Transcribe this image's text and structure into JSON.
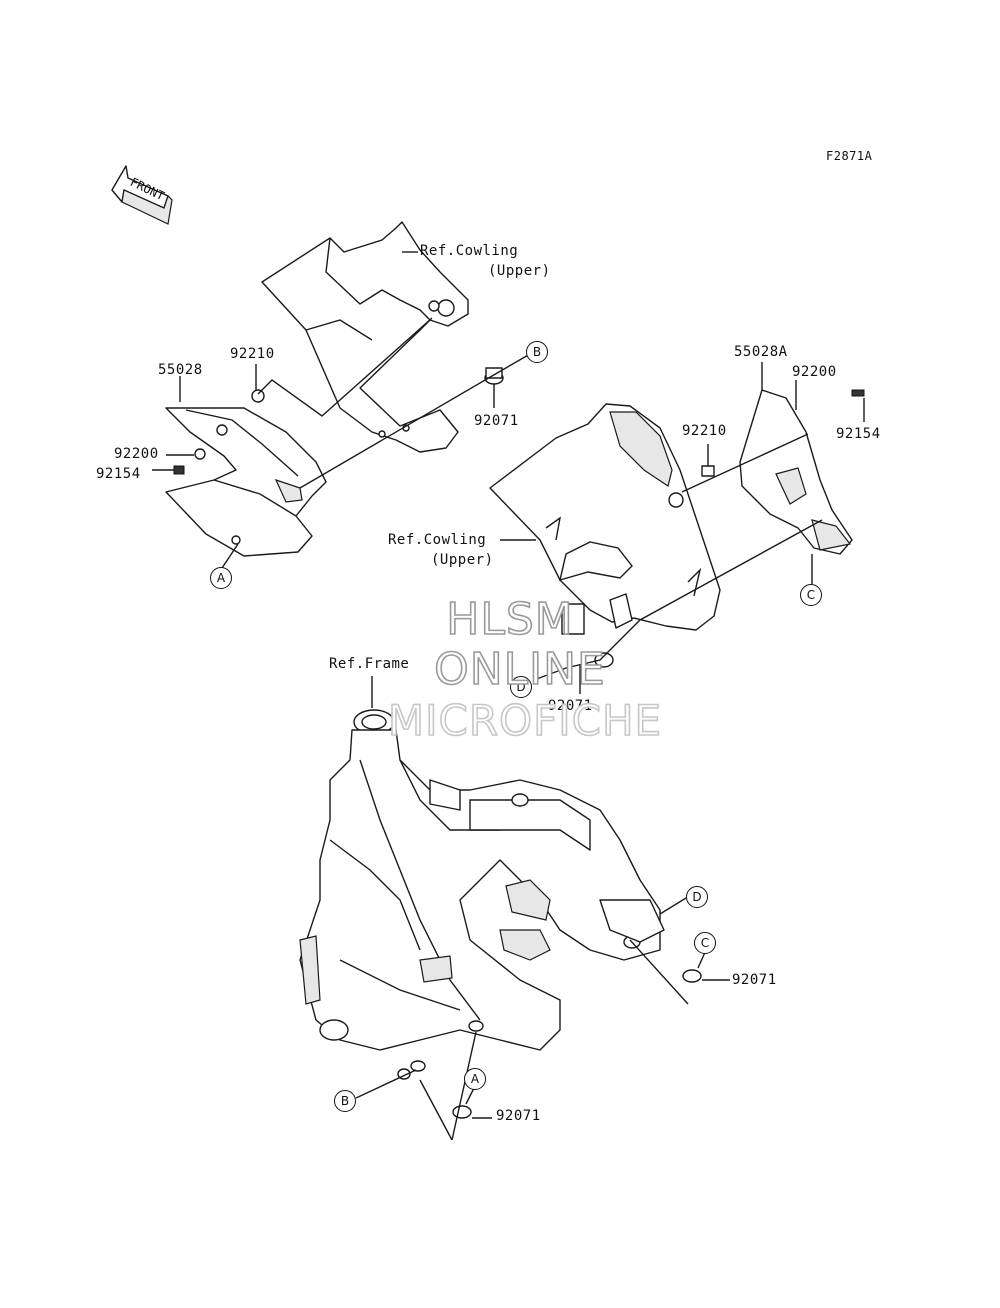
{
  "figure_code": "F2871A",
  "front_arrow": {
    "label": "FRONT",
    "icon": "front-direction-arrow-icon"
  },
  "callouts": {
    "ref_cowling_upper_left": {
      "line1": "Ref.Cowling",
      "line2": "(Upper)"
    },
    "ref_cowling_upper_right": {
      "line1": "Ref.Cowling",
      "line2": "(Upper)"
    },
    "ref_frame": "Ref.Frame"
  },
  "part_numbers": {
    "left_side_cover": "55028",
    "left_collar": "92210",
    "left_washer": "92200",
    "left_bolt": "92154",
    "left_grommet": "92071",
    "right_side_cover": "55028A",
    "right_washer": "92200",
    "right_collar": "92210",
    "right_bolt": "92154",
    "center_grommet": "92071",
    "frame_grommet_c": "92071",
    "frame_grommet_a": "92071"
  },
  "reference_markers": [
    "A",
    "B",
    "C",
    "D"
  ],
  "watermark": {
    "line1": "HLSM",
    "line2": "ONLINE",
    "line3": "MICROFICHE"
  }
}
